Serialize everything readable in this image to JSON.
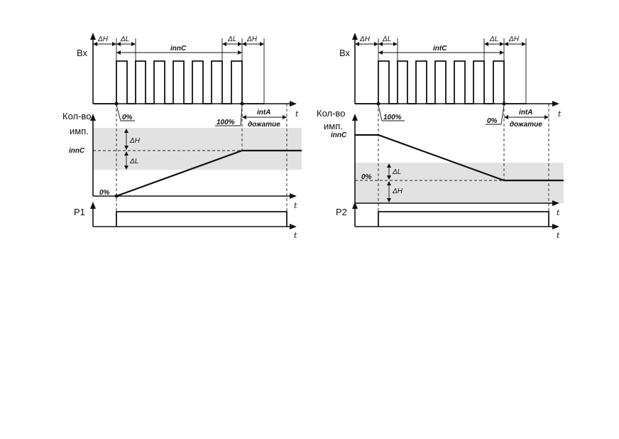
{
  "left": {
    "input_label": "Вх",
    "count_label_1": "Кол-во",
    "count_label_2": "имп.",
    "relay_label": "Р1",
    "delta_h": "ΔH",
    "delta_l": "ΔL",
    "interval": "innC",
    "int_a": "intA",
    "dozhatie": "дожатие",
    "zero_pct": "0%",
    "hundred_pct": "100%",
    "level_label": "innC",
    "t": "t"
  },
  "right": {
    "input_label": "Вх",
    "count_label_1": "Кол-во",
    "count_label_2": "имп.",
    "relay_label": "Р2",
    "delta_h": "ΔH",
    "delta_l": "ΔL",
    "interval": "intC",
    "int_a": "intA",
    "dozhatie": "дожатие",
    "zero_pct": "0%",
    "hundred_pct": "100%",
    "level_label": "innC",
    "t": "t"
  }
}
